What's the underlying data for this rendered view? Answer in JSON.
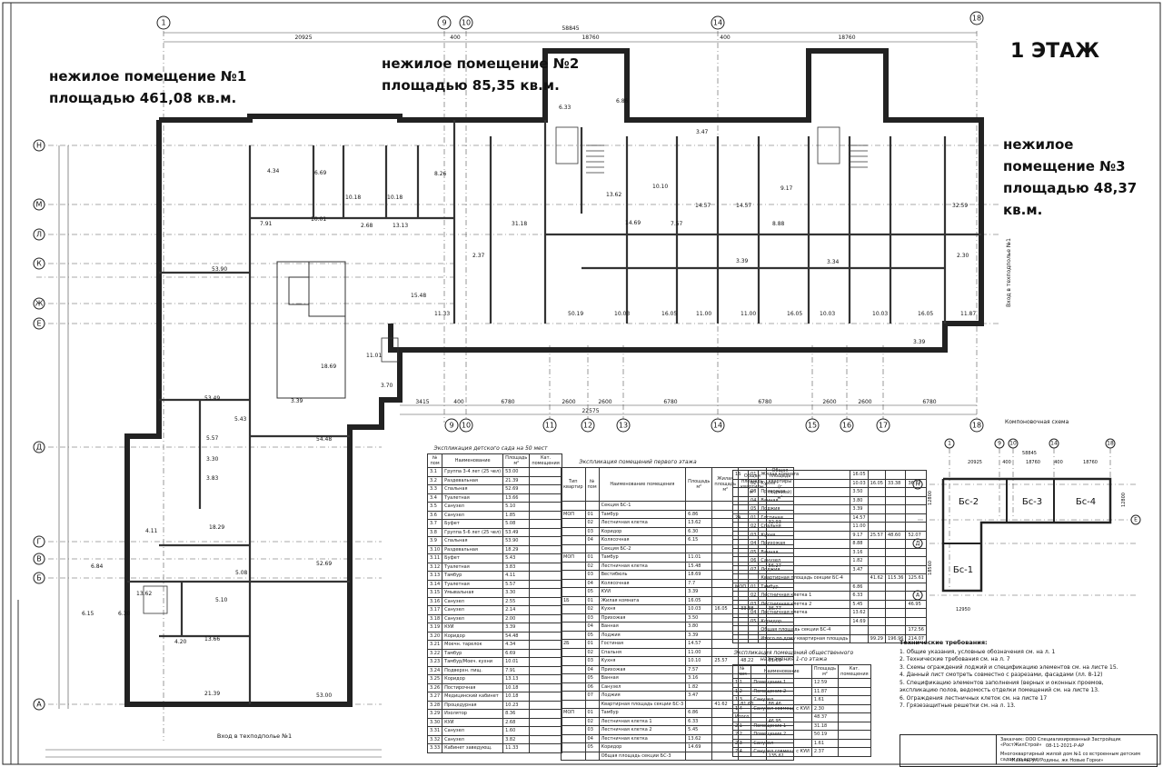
{
  "title": "1 ЭТАЖ",
  "labels": [
    "нежилое помещение №1\nплощадью 461,08 кв.м.",
    "нежилое помещение №2\nплощадью 85,35 кв.м.",
    "нежилое помещение №3\nплощадью 48,37\nкв.м."
  ],
  "top_axes": [
    "1",
    "9",
    "10",
    "14",
    "18"
  ],
  "bottom_axes": [
    "9",
    "10",
    "11",
    "12",
    "13",
    "14",
    "15",
    "16",
    "17",
    "18"
  ],
  "left_axes": [
    "Н",
    "М",
    "Л",
    "К",
    "Ж",
    "Е",
    "Д",
    "Г",
    "В",
    "Б",
    "А"
  ],
  "top_dims": [
    "58845",
    "20925",
    "400",
    "18760",
    "400",
    "18760"
  ],
  "bottom_dims": [
    "3415",
    "400",
    "6780",
    "2600",
    "2600",
    "6780",
    "6780",
    "2600",
    "2600",
    "6780",
    "22575"
  ],
  "entrance": "Вход в техподполье №1",
  "entrance_right": "Вход в техподполье №1",
  "room_areas": [
    "53.90",
    "15.48",
    "11.33",
    "50.19",
    "31.18",
    "10.03",
    "16.05",
    "11.00",
    "11.00",
    "16.05",
    "10.03",
    "10.03",
    "16.05",
    "11.87",
    "32.59",
    "14.69",
    "13.62",
    "6.33",
    "6.86",
    "3.47",
    "14.57",
    "8.88",
    "14.57",
    "7.57",
    "10.10",
    "9.17",
    "13.13",
    "10.18",
    "10.18",
    "6.69",
    "4.34",
    "7.91",
    "10.01",
    "2.68",
    "8.26",
    "18.29",
    "52.69",
    "54.48",
    "53.49",
    "13.66",
    "21.39",
    "53.00",
    "5.43",
    "5.57",
    "3.30",
    "3.83",
    "4.11",
    "4.20",
    "6.30",
    "6.15",
    "5.10",
    "5.08",
    "13.62",
    "6.84",
    "18.69",
    "11.01",
    "3.39",
    "3.70",
    "3.39",
    "3.34",
    "3.39",
    "2.37",
    "2.30"
  ],
  "kindergarten_table": {
    "caption": "Экспликация детского сада на 50 мест",
    "headers": [
      "№ пом",
      "Наименование",
      "Площадь м²",
      "Кат. помещения"
    ],
    "rows": [
      [
        "3.1",
        "Группа 3-4 лет (25 чел)",
        "53.00",
        ""
      ],
      [
        "3.2",
        "Раздевальная",
        "21.39",
        ""
      ],
      [
        "3.3",
        "Спальная",
        "52.69",
        ""
      ],
      [
        "3.4",
        "Туалетная",
        "13.66",
        ""
      ],
      [
        "3.5",
        "Санузел",
        "5.10",
        ""
      ],
      [
        "3.6",
        "Санузел",
        "1.85",
        ""
      ],
      [
        "3.7",
        "Буфет",
        "5.08",
        ""
      ],
      [
        "3.8",
        "Группа 5-6 лет (25 чел)",
        "53.49",
        ""
      ],
      [
        "3.9",
        "Спальная",
        "53.90",
        ""
      ],
      [
        "3.10",
        "Раздевальная",
        "18.29",
        ""
      ],
      [
        "3.11",
        "Буфет",
        "5.43",
        ""
      ],
      [
        "3.12",
        "Туалетная",
        "3.83",
        ""
      ],
      [
        "3.13",
        "Тамбур",
        "4.11",
        ""
      ],
      [
        "3.14",
        "Туалетная",
        "5.57",
        ""
      ],
      [
        "3.15",
        "Умывальная",
        "3.30",
        ""
      ],
      [
        "3.16",
        "Санузел",
        "2.55",
        ""
      ],
      [
        "3.17",
        "Санузел",
        "2.14",
        ""
      ],
      [
        "3.18",
        "Санузел",
        "2.00",
        ""
      ],
      [
        "3.19",
        "КУИ",
        "3.39",
        ""
      ],
      [
        "3.20",
        "Коридор",
        "54.48",
        ""
      ],
      [
        "3.21",
        "Моечн. тарелок",
        "4.34",
        ""
      ],
      [
        "3.22",
        "Тамбур",
        "6.69",
        ""
      ],
      [
        "3.23",
        "Тамбур/Моеч. кухни",
        "10.01",
        ""
      ],
      [
        "3.24",
        "Подверхн. пищ.",
        "7.91",
        ""
      ],
      [
        "3.25",
        "Коридор",
        "13.13",
        ""
      ],
      [
        "3.26",
        "Постирочная",
        "10.18",
        ""
      ],
      [
        "3.27",
        "Медицинский кабинет",
        "10.18",
        ""
      ],
      [
        "3.28",
        "Процедурная",
        "10.23",
        ""
      ],
      [
        "3.29",
        "Изолятор",
        "8.36",
        ""
      ],
      [
        "3.30",
        "КУИ",
        "2.68",
        ""
      ],
      [
        "3.31",
        "Санузел",
        "1.60",
        ""
      ],
      [
        "3.32",
        "Санузел",
        "3.82",
        ""
      ],
      [
        "3.33",
        "Кабинет заведующ.",
        "11.33",
        ""
      ]
    ]
  },
  "first_floor_table": {
    "caption": "Экспликация помещений первого этажа",
    "headers": [
      "Тип квартир",
      "№ пом",
      "Наименование помещения",
      "Площадь м²",
      "Жилая площадь м²",
      "Общая площадь квартиры м²",
      "Общая площадь квартиры (с лоджией) м²"
    ],
    "rows": [
      [
        "",
        "",
        "Секция БС-1",
        "",
        "",
        "",
        ""
      ],
      [
        "МОП",
        "01",
        "Тамбур",
        "6.86",
        "",
        "",
        ""
      ],
      [
        "",
        "02",
        "Лестничная клетка",
        "13.62",
        "",
        "",
        "32.93"
      ],
      [
        "",
        "03",
        "Коридор",
        "6.30",
        "",
        "",
        ""
      ],
      [
        "",
        "04",
        "Колясочная",
        "6.15",
        "",
        "",
        ""
      ],
      [
        "",
        "",
        "Секция БС-2",
        "",
        "",
        "",
        ""
      ],
      [
        "МОП",
        "01",
        "Тамбур",
        "11.01",
        "",
        "",
        ""
      ],
      [
        "",
        "02",
        "Лестничная клетка",
        "15.48",
        "",
        "",
        "56.27"
      ],
      [
        "",
        "03",
        "Вестибюль",
        "18.69",
        "",
        "",
        ""
      ],
      [
        "",
        "04",
        "Колясочная",
        "7.7",
        "",
        "",
        ""
      ],
      [
        "",
        "05",
        "КУИ",
        "3.39",
        "",
        "",
        ""
      ],
      [
        "1Б",
        "01",
        "Жилая комната",
        "16.05",
        "",
        "",
        ""
      ],
      [
        "",
        "02",
        "Кухня",
        "10.03",
        "16.05",
        "33.38",
        "36.77"
      ],
      [
        "",
        "03",
        "Прихожая",
        "3.50",
        "",
        "",
        ""
      ],
      [
        "",
        "04",
        "Ванная",
        "3.80",
        "",
        "",
        ""
      ],
      [
        "",
        "05",
        "Лоджия",
        "3.39",
        "",
        "",
        ""
      ],
      [
        "2Б",
        "01",
        "Гостиная",
        "14.57",
        "",
        "",
        ""
      ],
      [
        "",
        "02",
        "Спальня",
        "11.00",
        "",
        "",
        ""
      ],
      [
        "",
        "03",
        "Кухня",
        "10.10",
        "25.57",
        "48.22",
        "51.69"
      ],
      [
        "",
        "04",
        "Прихожая",
        "7.57",
        "",
        "",
        ""
      ],
      [
        "",
        "05",
        "Ванная",
        "3.16",
        "",
        "",
        ""
      ],
      [
        "",
        "06",
        "Санузел",
        "1.82",
        "",
        "",
        ""
      ],
      [
        "",
        "07",
        "Лоджия",
        "3.47",
        "",
        "",
        ""
      ],
      [
        "",
        "",
        "Квартирная площадь секции БС-3",
        "",
        "41.62",
        "81.60",
        "88.46"
      ],
      [
        "МОП",
        "01",
        "Тамбур",
        "6.86",
        "",
        "",
        ""
      ],
      [
        "",
        "02",
        "Лестничная клетка 1",
        "6.33",
        "",
        "",
        "46.95"
      ],
      [
        "",
        "03",
        "Лестничная клетка 2",
        "5.45",
        "",
        "",
        ""
      ],
      [
        "",
        "04",
        "Лестничная клетка",
        "13.62",
        "",
        "",
        ""
      ],
      [
        "",
        "05",
        "Коридор",
        "14.69",
        "",
        "",
        ""
      ],
      [
        "",
        "",
        "Общая площадь секции БС-3",
        "",
        "",
        "",
        "135.61"
      ]
    ]
  },
  "first_floor_table_cont": {
    "rows": [
      [
        "1Б",
        "01",
        "Жилая комната",
        "16.05",
        "",
        "",
        ""
      ],
      [
        "",
        "02",
        "Кухня",
        "10.03",
        "16.05",
        "33.38",
        "36.77"
      ],
      [
        "",
        "03",
        "Прихожая",
        "3.50",
        "",
        "",
        ""
      ],
      [
        "",
        "04",
        "Ванная",
        "3.80",
        "",
        "",
        ""
      ],
      [
        "",
        "05",
        "Лоджия",
        "3.39",
        "",
        "",
        ""
      ],
      [
        "2А",
        "01",
        "Гостиная",
        "14.57",
        "",
        "",
        ""
      ],
      [
        "",
        "02",
        "Спальня",
        "11.00",
        "",
        "",
        ""
      ],
      [
        "",
        "03",
        "Кухня",
        "9.17",
        "25.57",
        "48.60",
        "52.07"
      ],
      [
        "",
        "04",
        "Прихожая",
        "8.88",
        "",
        "",
        ""
      ],
      [
        "",
        "05",
        "Ванная",
        "3.16",
        "",
        "",
        ""
      ],
      [
        "",
        "06",
        "Санузел",
        "1.82",
        "",
        "",
        ""
      ],
      [
        "",
        "07",
        "Лоджия",
        "3.47",
        "",
        "",
        ""
      ],
      [
        "",
        "",
        "Квартирная площадь секции БС-4",
        "",
        "41.62",
        "115.36",
        "125.61"
      ],
      [
        "МОП",
        "01",
        "Тамбур",
        "6.86",
        "",
        "",
        ""
      ],
      [
        "",
        "02",
        "Лестничная клетка 1",
        "6.33",
        "",
        "",
        ""
      ],
      [
        "",
        "03",
        "Лестничная клетка 2",
        "5.45",
        "",
        "",
        "46.95"
      ],
      [
        "",
        "04",
        "Лестничная клетка",
        "13.62",
        "",
        "",
        ""
      ],
      [
        "",
        "05",
        "Коридор",
        "14.69",
        "",
        "",
        ""
      ],
      [
        "",
        "",
        "Общая площадь секции БС-4",
        "",
        "",
        "",
        "172.56"
      ],
      [
        "",
        "",
        "Итого по дому квартирная площадь",
        "",
        "99.29",
        "196.96",
        "214.07"
      ]
    ]
  },
  "public_table": {
    "caption": "Экспликация помещений общественного назначения 1-го этажа",
    "headers": [
      "№ пом",
      "Наименование",
      "Площадь м²",
      "Кат. помещения"
    ],
    "rows": [
      [
        "1.1",
        "Помещение 1",
        "12.59",
        ""
      ],
      [
        "1.2",
        "Помещение 2",
        "11.87",
        ""
      ],
      [
        "1.3",
        "Санузел",
        "1.61",
        ""
      ],
      [
        "1.4",
        "Санузел совмещ. с КУИ",
        "2.30",
        ""
      ],
      [
        "Итого",
        "",
        "48.37",
        ""
      ],
      [
        "2.1",
        "Помещение 1",
        "31.18",
        ""
      ],
      [
        "2.2",
        "Помещение 2",
        "50.19",
        ""
      ],
      [
        "2.3",
        "Санузел",
        "1.61",
        ""
      ],
      [
        "2.4",
        "Санузел совмещ. с КУИ",
        "2.37",
        ""
      ]
    ]
  },
  "composition": {
    "title": "Компоновочная схема",
    "axes_top": [
      "1",
      "9",
      "10",
      "14",
      "18"
    ],
    "dims_top": [
      "58845",
      "20925",
      "400",
      "18760",
      "400",
      "18760"
    ],
    "sections": [
      "Бс-2",
      "Бс-3",
      "Бс-4",
      "Бс-1"
    ],
    "axes_left": [
      "Н",
      "Е",
      "Д",
      "А"
    ],
    "dims_side": [
      "12800",
      "18560",
      "12950",
      "12800"
    ]
  },
  "tech_requirements": {
    "heading": "Технические требования:",
    "items": [
      "1. Общие указания, условные обозначения см. на л. 1",
      "2. Технические требования см. на л. 7",
      "3. Схемы ограждений лоджий и спецификацию элементов см. на листе 15.",
      "4. Данный лист смотреть совместно с разрезами, фасадами (лл. 8-12)",
      "5. Спецификацию элементов заполнения (верных и оконных проемов,",
      "экспликацию полов, ведомость отделки помещений см. на листе 13.",
      "6. Ограждения лестничных клеток см. на листе 17",
      "7. Грязезащитные решетки см. на л. 13."
    ]
  },
  "stamp": {
    "customer": "Заказчик: ООО Специализированный Застройщик «РостЖилСтрой»",
    "code": "08-11-2021-Р-АР",
    "object": "Многоквартирный жилой дом №1 со встроенным детским садом по адресу",
    "address": "«Казань, ул. Родины, жк Новые Горки»"
  }
}
